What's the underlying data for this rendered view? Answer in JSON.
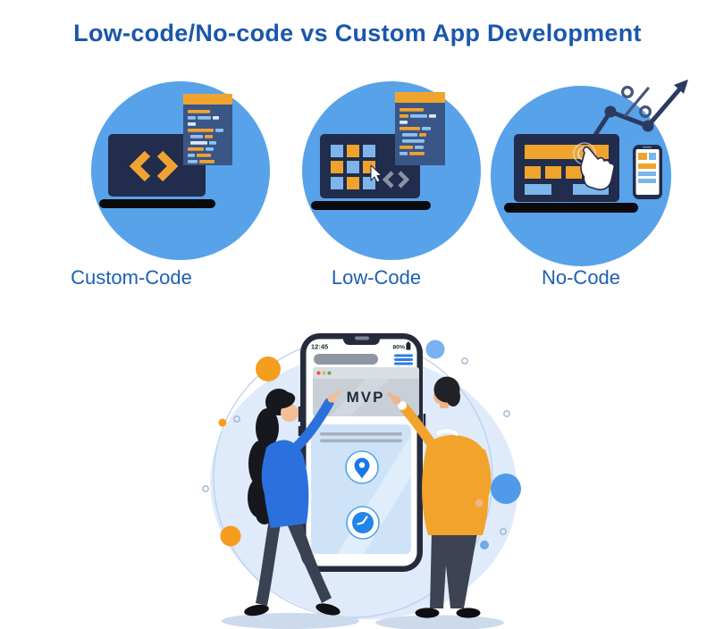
{
  "title": "Low-code/No-code vs Custom App Development",
  "items": [
    {
      "label": "Custom-Code",
      "icon": "custom-code-laptop-icon"
    },
    {
      "label": "Low-Code",
      "icon": "low-code-blocks-laptop-icon"
    },
    {
      "label": "No-Code",
      "icon": "no-code-builder-growth-icon"
    }
  ],
  "illustration": {
    "phone": {
      "time": "12:45",
      "battery": "80%",
      "page_title": "MVP",
      "icons": [
        "location-pin-icon",
        "clock-icon",
        "menu-icon",
        "battery-icon"
      ]
    },
    "figures": [
      "woman-figure",
      "man-figure"
    ]
  },
  "colors": {
    "title_text": "#1a57ab",
    "label_text": "#1e5fb3",
    "circle_background": "#58a2ea",
    "dark_navy": "#222c4c",
    "orange_accent": "#f0a331",
    "light_blue_accent": "#7db4ea",
    "code_panel_slate": "#3a5686",
    "button_blue": "#2e7ce2",
    "pin_blue": "#1779e6"
  }
}
